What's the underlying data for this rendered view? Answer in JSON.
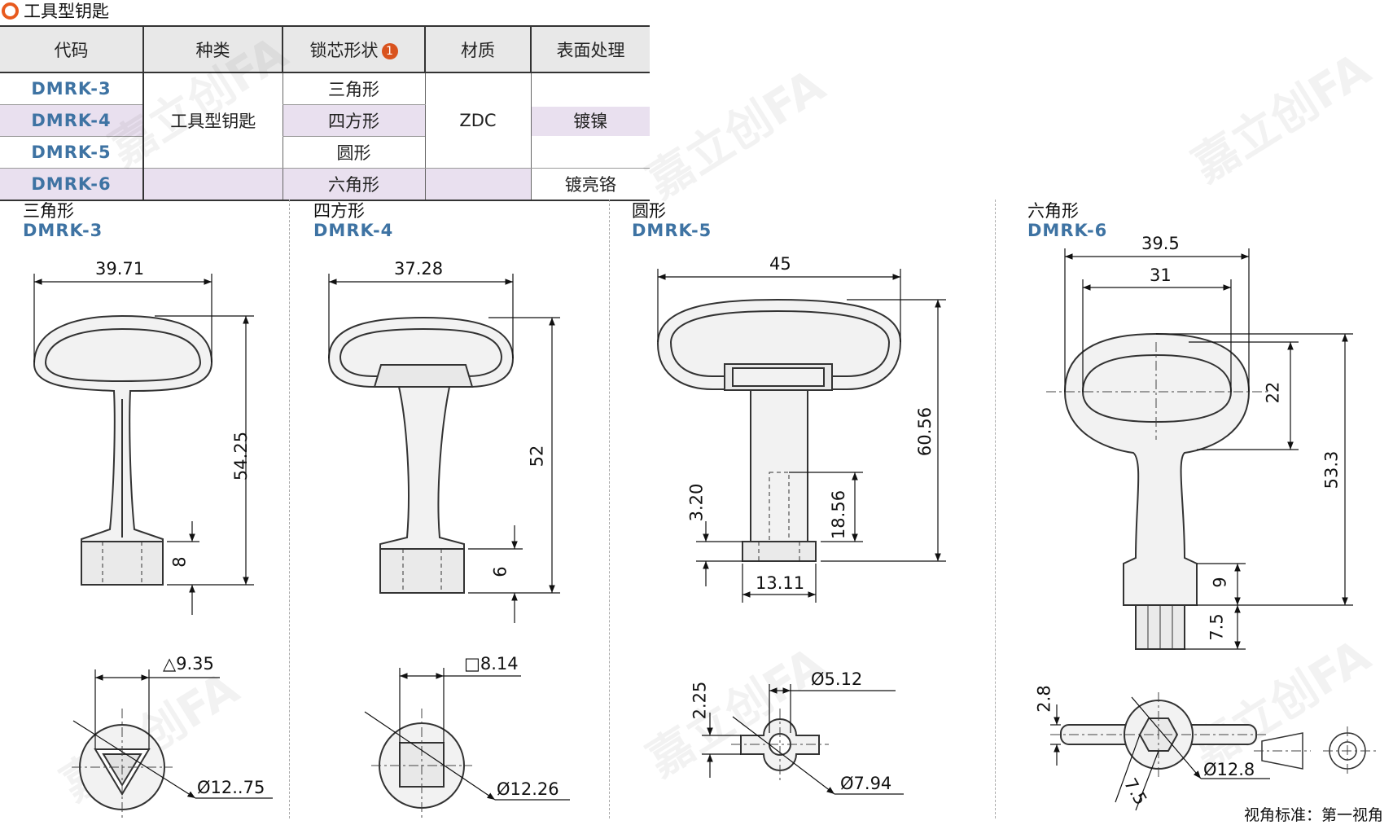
{
  "title": "工具型钥匙",
  "table": {
    "headers": [
      "代码",
      "种类",
      "锁芯形状",
      "材质",
      "表面处理"
    ],
    "note_badge": "1",
    "codes": [
      "DMRK-3",
      "DMRK-4",
      "DMRK-5",
      "DMRK-6"
    ],
    "type": "工具型钥匙",
    "shapes": [
      "三角形",
      "四方形",
      "圆形",
      "六角形"
    ],
    "material": "ZDC",
    "finish_nickel": "镀镍",
    "finish_chrome": "镀亮铬"
  },
  "sections": [
    {
      "name": "三角形",
      "code": "DMRK-3"
    },
    {
      "name": "四方形",
      "code": "DMRK-4"
    },
    {
      "name": "圆形",
      "code": "DMRK-5"
    },
    {
      "name": "六角形",
      "code": "DMRK-6"
    }
  ],
  "dims": {
    "k3": {
      "width": "39.71",
      "height": "54.25",
      "tip": "8",
      "tri": "△9.35",
      "dia": "Ø12..75"
    },
    "k4": {
      "width": "37.28",
      "height": "52",
      "tip": "6",
      "sq": "□8.14",
      "dia": "Ø12.26"
    },
    "k5": {
      "width": "45",
      "height": "60.56",
      "slot": "3.20",
      "shank": "18.56",
      "tip": "13.11",
      "hole": "Ø5.12",
      "wing": "2.25",
      "dia": "Ø7.94"
    },
    "k6": {
      "width": "39.5",
      "inner": "31",
      "ring": "22",
      "height": "53.3",
      "body": "9",
      "tip": "7.5",
      "wing": "2.8",
      "dia": "Ø12.8",
      "hex": "7.5"
    }
  },
  "watermark": "嘉立创FA",
  "footer": "视角标准：第一视角"
}
